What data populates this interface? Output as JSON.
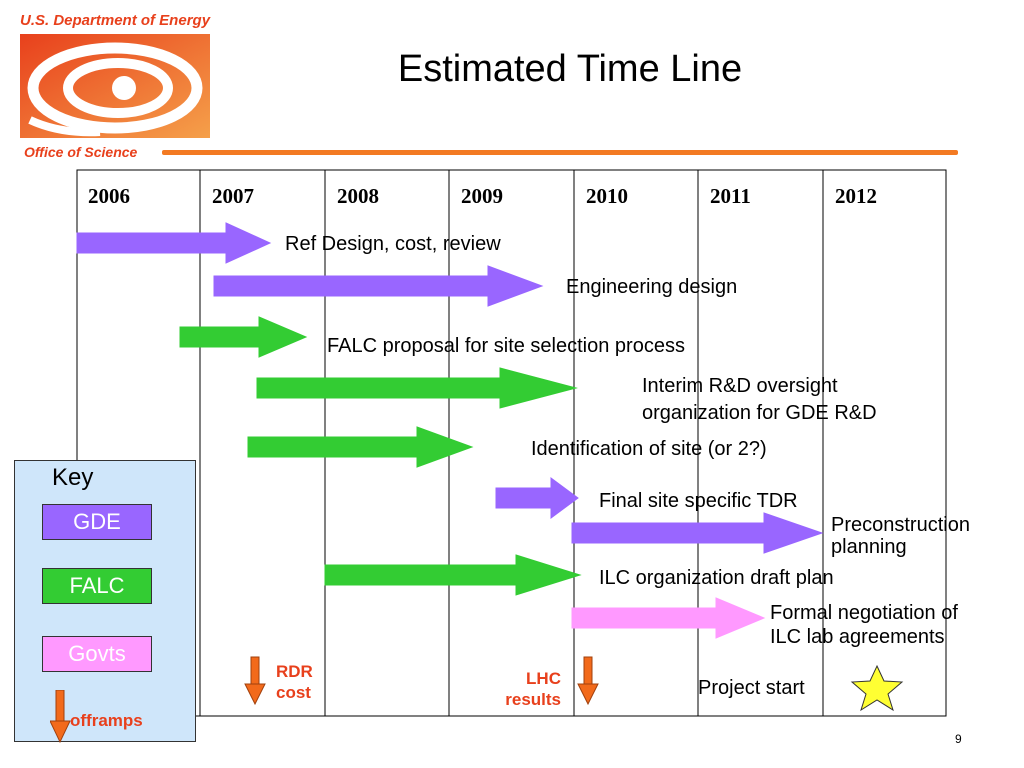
{
  "header": {
    "org": "U.S. Department of Energy",
    "office": "Office of Science",
    "title": "Estimated Time Line"
  },
  "years": [
    "2006",
    "2007",
    "2008",
    "2009",
    "2010",
    "2011",
    "2012"
  ],
  "tasks": [
    {
      "label": "Ref Design, cost, review",
      "category": "GDE"
    },
    {
      "label": "Engineering design",
      "category": "GDE"
    },
    {
      "label": "FALC proposal for site selection process",
      "category": "FALC"
    },
    {
      "label": "Interim R&D oversight",
      "label2": "organization for GDE R&D",
      "category": "FALC"
    },
    {
      "label": "Identification of site (or 2?)",
      "category": "FALC"
    },
    {
      "label": "Final site specific TDR",
      "category": "GDE"
    },
    {
      "label": "Preconstruction",
      "label2": "planning",
      "category": "GDE"
    },
    {
      "label": "ILC organization draft plan",
      "category": "FALC"
    },
    {
      "label": "Formal negotiation of",
      "label2": "ILC lab agreements",
      "category": "Govts"
    }
  ],
  "milestones": {
    "rdr": {
      "line1": "RDR",
      "line2": "cost"
    },
    "lhc": {
      "line1": "LHC",
      "line2": "results"
    },
    "project_start": "Project start"
  },
  "key": {
    "title": "Key",
    "gde": "GDE",
    "falc": "FALC",
    "govts": "Govts",
    "offramps": "offramps"
  },
  "colors": {
    "GDE": "#9966ff",
    "FALC": "#33cc33",
    "Govts": "#ff99ff",
    "offramp": "#f26a1b",
    "star": "#ffff33",
    "accent": "#e8401c"
  },
  "page_number": "9"
}
